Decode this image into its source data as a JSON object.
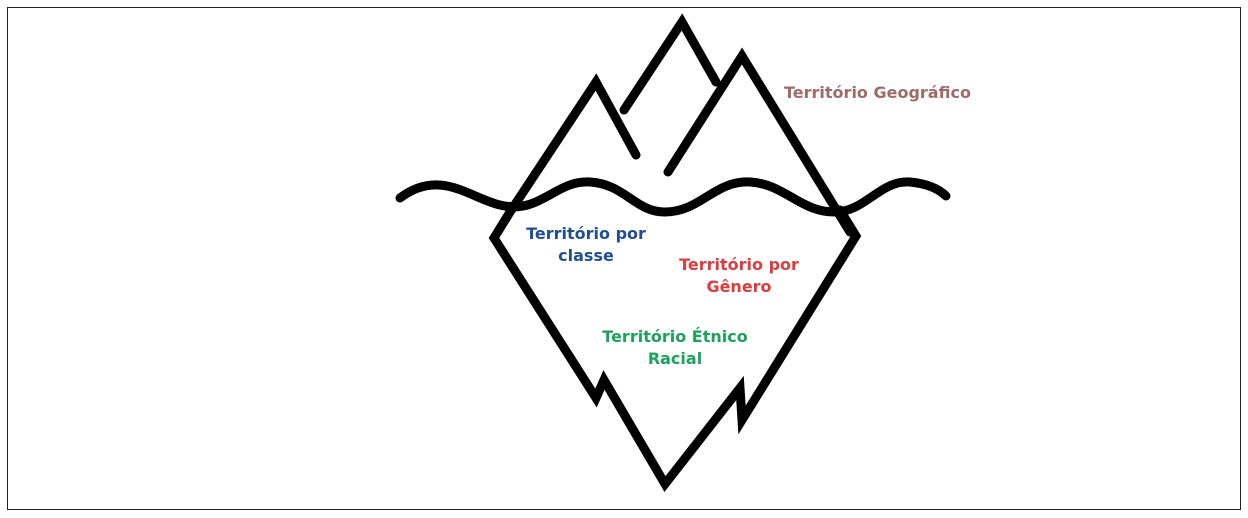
{
  "labels": {
    "geografico": "Território Geográfico",
    "classe_line1": "Território por",
    "classe_line2": "classe",
    "genero_line1": "Território por",
    "genero_line2": "Gênero",
    "etnico_line1": "Território Étnico",
    "etnico_line2": "Racial"
  },
  "colors": {
    "stroke": "#000000",
    "geografico": "#a06a68",
    "classe": "#1f4e96",
    "genero": "#e03a3e",
    "etnico": "#1aa35a"
  }
}
